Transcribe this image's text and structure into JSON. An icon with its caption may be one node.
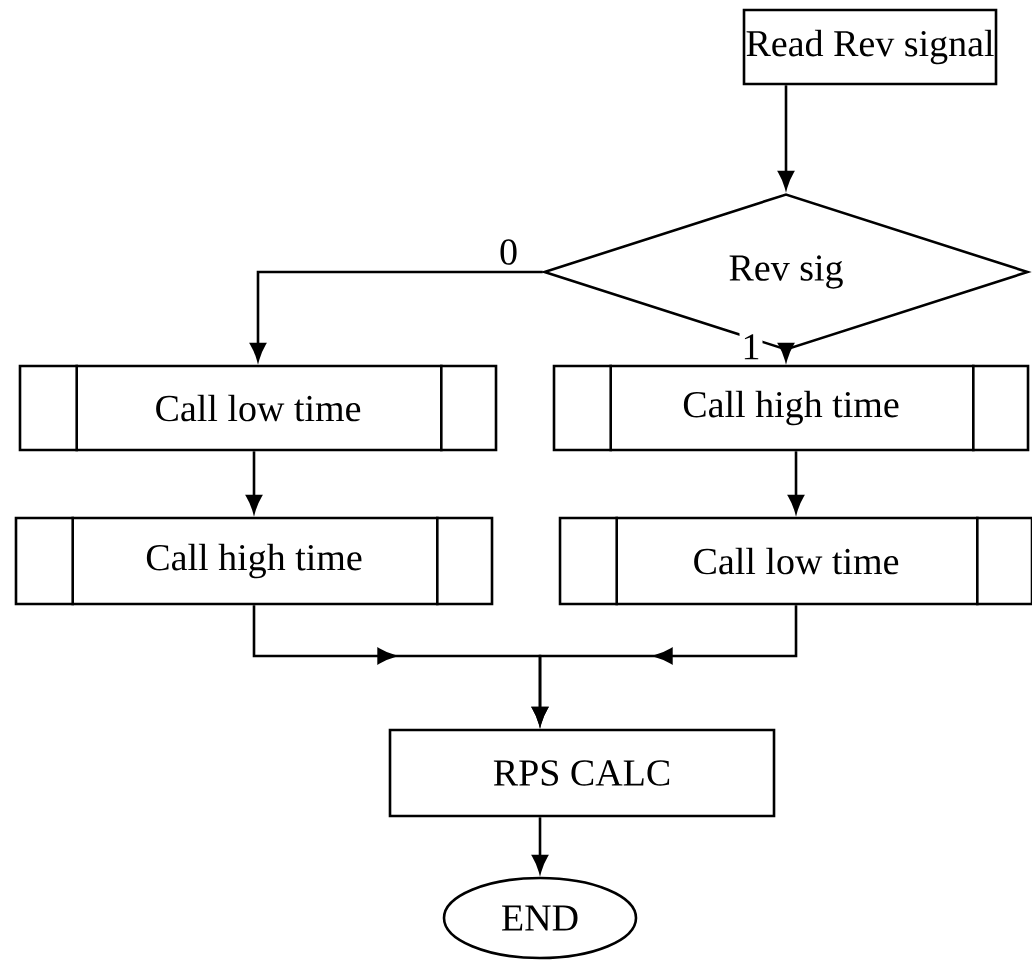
{
  "diagram": {
    "nodes": [
      {
        "text": [
          "Read Rev signal"
        ]
      },
      {
        "text": [
          "Rev sig"
        ]
      },
      {
        "text": [
          "Call low time"
        ]
      },
      {
        "text": [
          "Call high time"
        ]
      },
      {
        "text": [
          "Call high time"
        ]
      },
      {
        "text": [
          "Call low time"
        ]
      },
      {
        "text": [
          "RPS CALC"
        ]
      },
      {
        "text": [
          "END"
        ]
      }
    ],
    "edges": [
      {
        "from": 0,
        "to": 1,
        "arrow": "to"
      },
      {
        "from": 1,
        "to": 2,
        "arrow": "to",
        "label": "0"
      },
      {
        "from": 1,
        "to": 3,
        "arrow": "to",
        "label": "1"
      },
      {
        "from": 2,
        "to": 4,
        "arrow": "to"
      },
      {
        "from": 3,
        "to": 5,
        "arrow": "to"
      },
      {
        "from": 4,
        "to": 6,
        "arrow": "to"
      },
      {
        "from": 5,
        "to": 6,
        "arrow": "to"
      },
      {
        "from": 6,
        "to": 7,
        "arrow": "to"
      }
    ]
  }
}
